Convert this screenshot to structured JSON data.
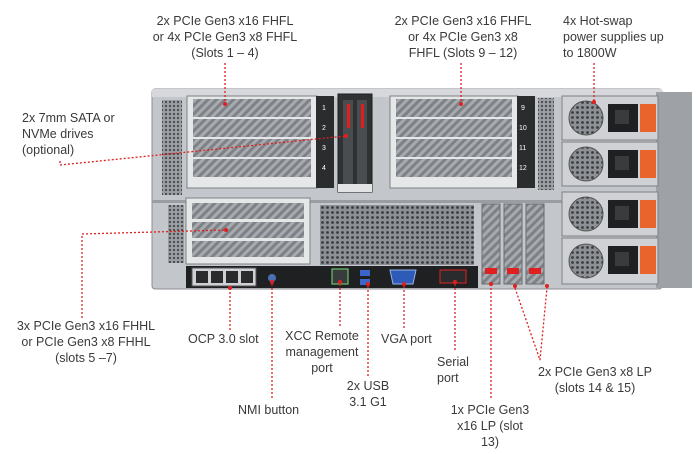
{
  "labels": {
    "slots_1_4": "2x PCIe Gen3 x16 FHFL\nor 4x PCIe Gen3 x8 FHFL\n(Slots 1 – 4)",
    "slots_9_12": "2x PCIe Gen3 x16 FHFL\nor 4x PCIe Gen3 x8\nFHFL (Slots 9 – 12)",
    "power": "4x Hot-swap\npower supplies up\nto 1800W",
    "drives": "2x 7mm SATA or\nNVMe drives\n(optional)",
    "slots_5_7": "3x PCIe Gen3 x16 FHHL\nor PCIe Gen3 x8 FHHL\n(slots 5 –7)",
    "ocp": "OCP 3.0 slot",
    "xcc": "XCC Remote\nmanagement\nport",
    "vga": "VGA port",
    "serial": "Serial\nport",
    "lp_14_15": "2x PCIe Gen3 x8 LP\n(slots 14 & 15)",
    "nmi": "NMI button",
    "usb": "2x USB\n3.1 G1",
    "lp_13": "1x PCIe Gen3\nx16 LP (slot\n13)"
  },
  "slot_numbers_left": [
    "1",
    "2",
    "3",
    "4"
  ],
  "slot_numbers_right": [
    "9",
    "10",
    "11",
    "12"
  ],
  "colors": {
    "leader": "#e02020",
    "chassis": "#b9bcc0",
    "dark": "#2b2b2b",
    "accent": "#e8642c"
  }
}
